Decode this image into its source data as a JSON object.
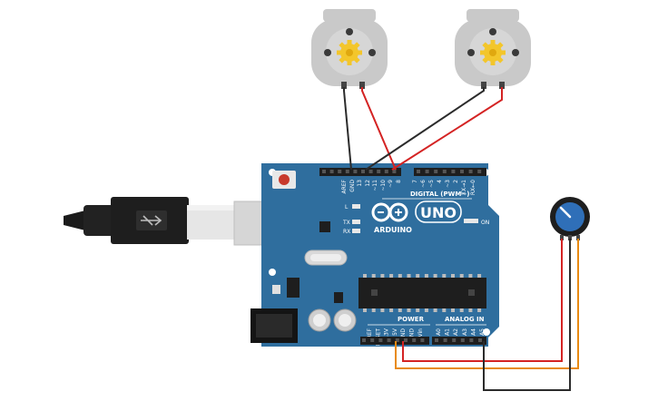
{
  "board": {
    "name": "ARDUINO",
    "model": "UNO",
    "digital_header": "DIGITAL (PWM~)",
    "power_header": "POWER",
    "analog_header": "ANALOG IN",
    "led_l": "L",
    "led_tx": "TX",
    "led_rx": "RX",
    "on_label": "ON",
    "digital_pins": [
      "AREF",
      "GND",
      "13",
      "12",
      "~11",
      "~10",
      "~9",
      "8",
      "7",
      "~6",
      "~5",
      "4",
      "~3",
      "2",
      "TX→1",
      "RX←0"
    ],
    "power_pins": [
      "IOREF",
      "RESET",
      "3.3V",
      "5V",
      "GND",
      "GND",
      "Vin"
    ],
    "analog_pins": [
      "A0",
      "A1",
      "A2",
      "A3",
      "A4",
      "A5"
    ]
  },
  "components": {
    "motor_1": "dc-motor",
    "motor_2": "dc-motor",
    "potentiometer": "potentiometer",
    "usb_cable": "usb-cable"
  },
  "colors": {
    "board": "#2f6e9e",
    "board_dark": "#255a82",
    "wire_black": "#2b2b2b",
    "wire_red": "#d42323",
    "wire_orange": "#e88a12",
    "motor_body": "#c9c9c9",
    "motor_gear": "#f3c62b",
    "pot_knob": "#2f6fb8"
  }
}
